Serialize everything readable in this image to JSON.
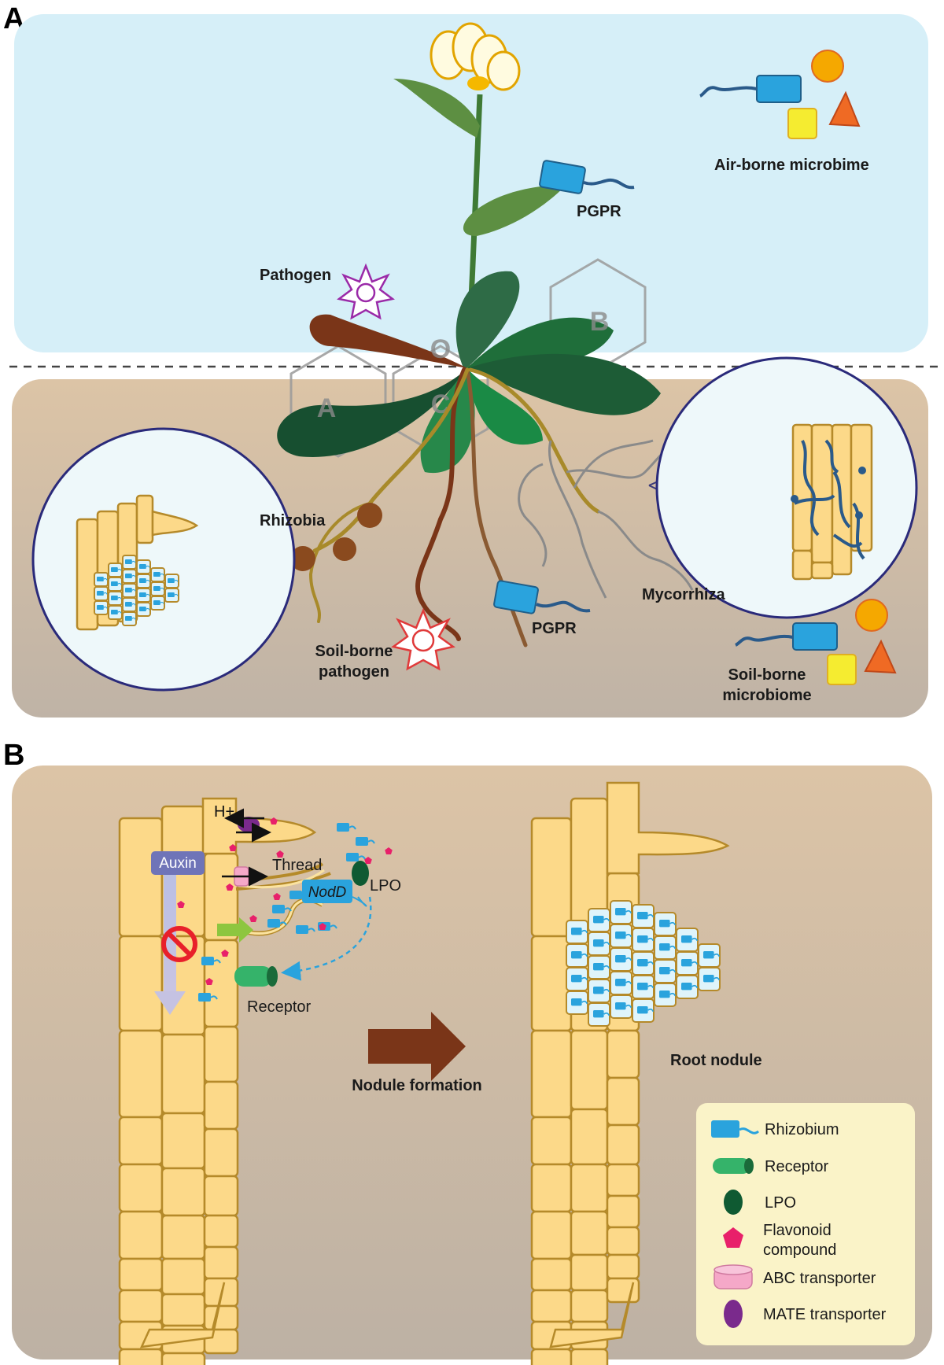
{
  "panels": {
    "a": "A",
    "b": "B"
  },
  "panel_a": {
    "airborne": "Air-borne microbime",
    "pgpr_top": "PGPR",
    "pathogen": "Pathogen",
    "ring_b": "B",
    "ring_o": "O",
    "ring_a": "A",
    "ring_c": "C",
    "rhizobia": "Rhizobia",
    "mycorrhiza": "Mycorrhiza",
    "pgpr_bottom": "PGPR",
    "soil_pathogen_1": "Soil-borne",
    "soil_pathogen_2": "pathogen",
    "soil_micro_1": "Soil-borne",
    "soil_micro_2": "microbiome"
  },
  "panel_b": {
    "h_plus": "H+",
    "auxin": "Auxin",
    "thread": "Thread",
    "nodd": "NodD",
    "lpo": "LPO",
    "receptor": "Receptor",
    "nodule_formation": "Nodule formation",
    "root_nodule": "Root nodule",
    "legend": [
      {
        "label": "Rhizobium"
      },
      {
        "label": "Receptor"
      },
      {
        "label": "LPO"
      },
      {
        "label": "Flavonoid",
        "label2": "compound"
      },
      {
        "label": "ABC transporter"
      },
      {
        "label": "MATE transporter"
      }
    ]
  },
  "colors": {
    "sky": "#d6eff8",
    "soil_top": "#dcc4a6",
    "soil_bottom": "#bfb3a6",
    "cell_fill": "#fcd989",
    "cell_stroke": "#b58a2a",
    "rhizobium": "#2aa3dd",
    "receptor": "#35b36a",
    "lpo": "#0f5a32",
    "flavonoid": "#e8206a",
    "abc": "#f5a8c8",
    "mate": "#7a2a8c",
    "arrow_brown": "#7a3518",
    "legend_bg": "#faf3c8"
  }
}
